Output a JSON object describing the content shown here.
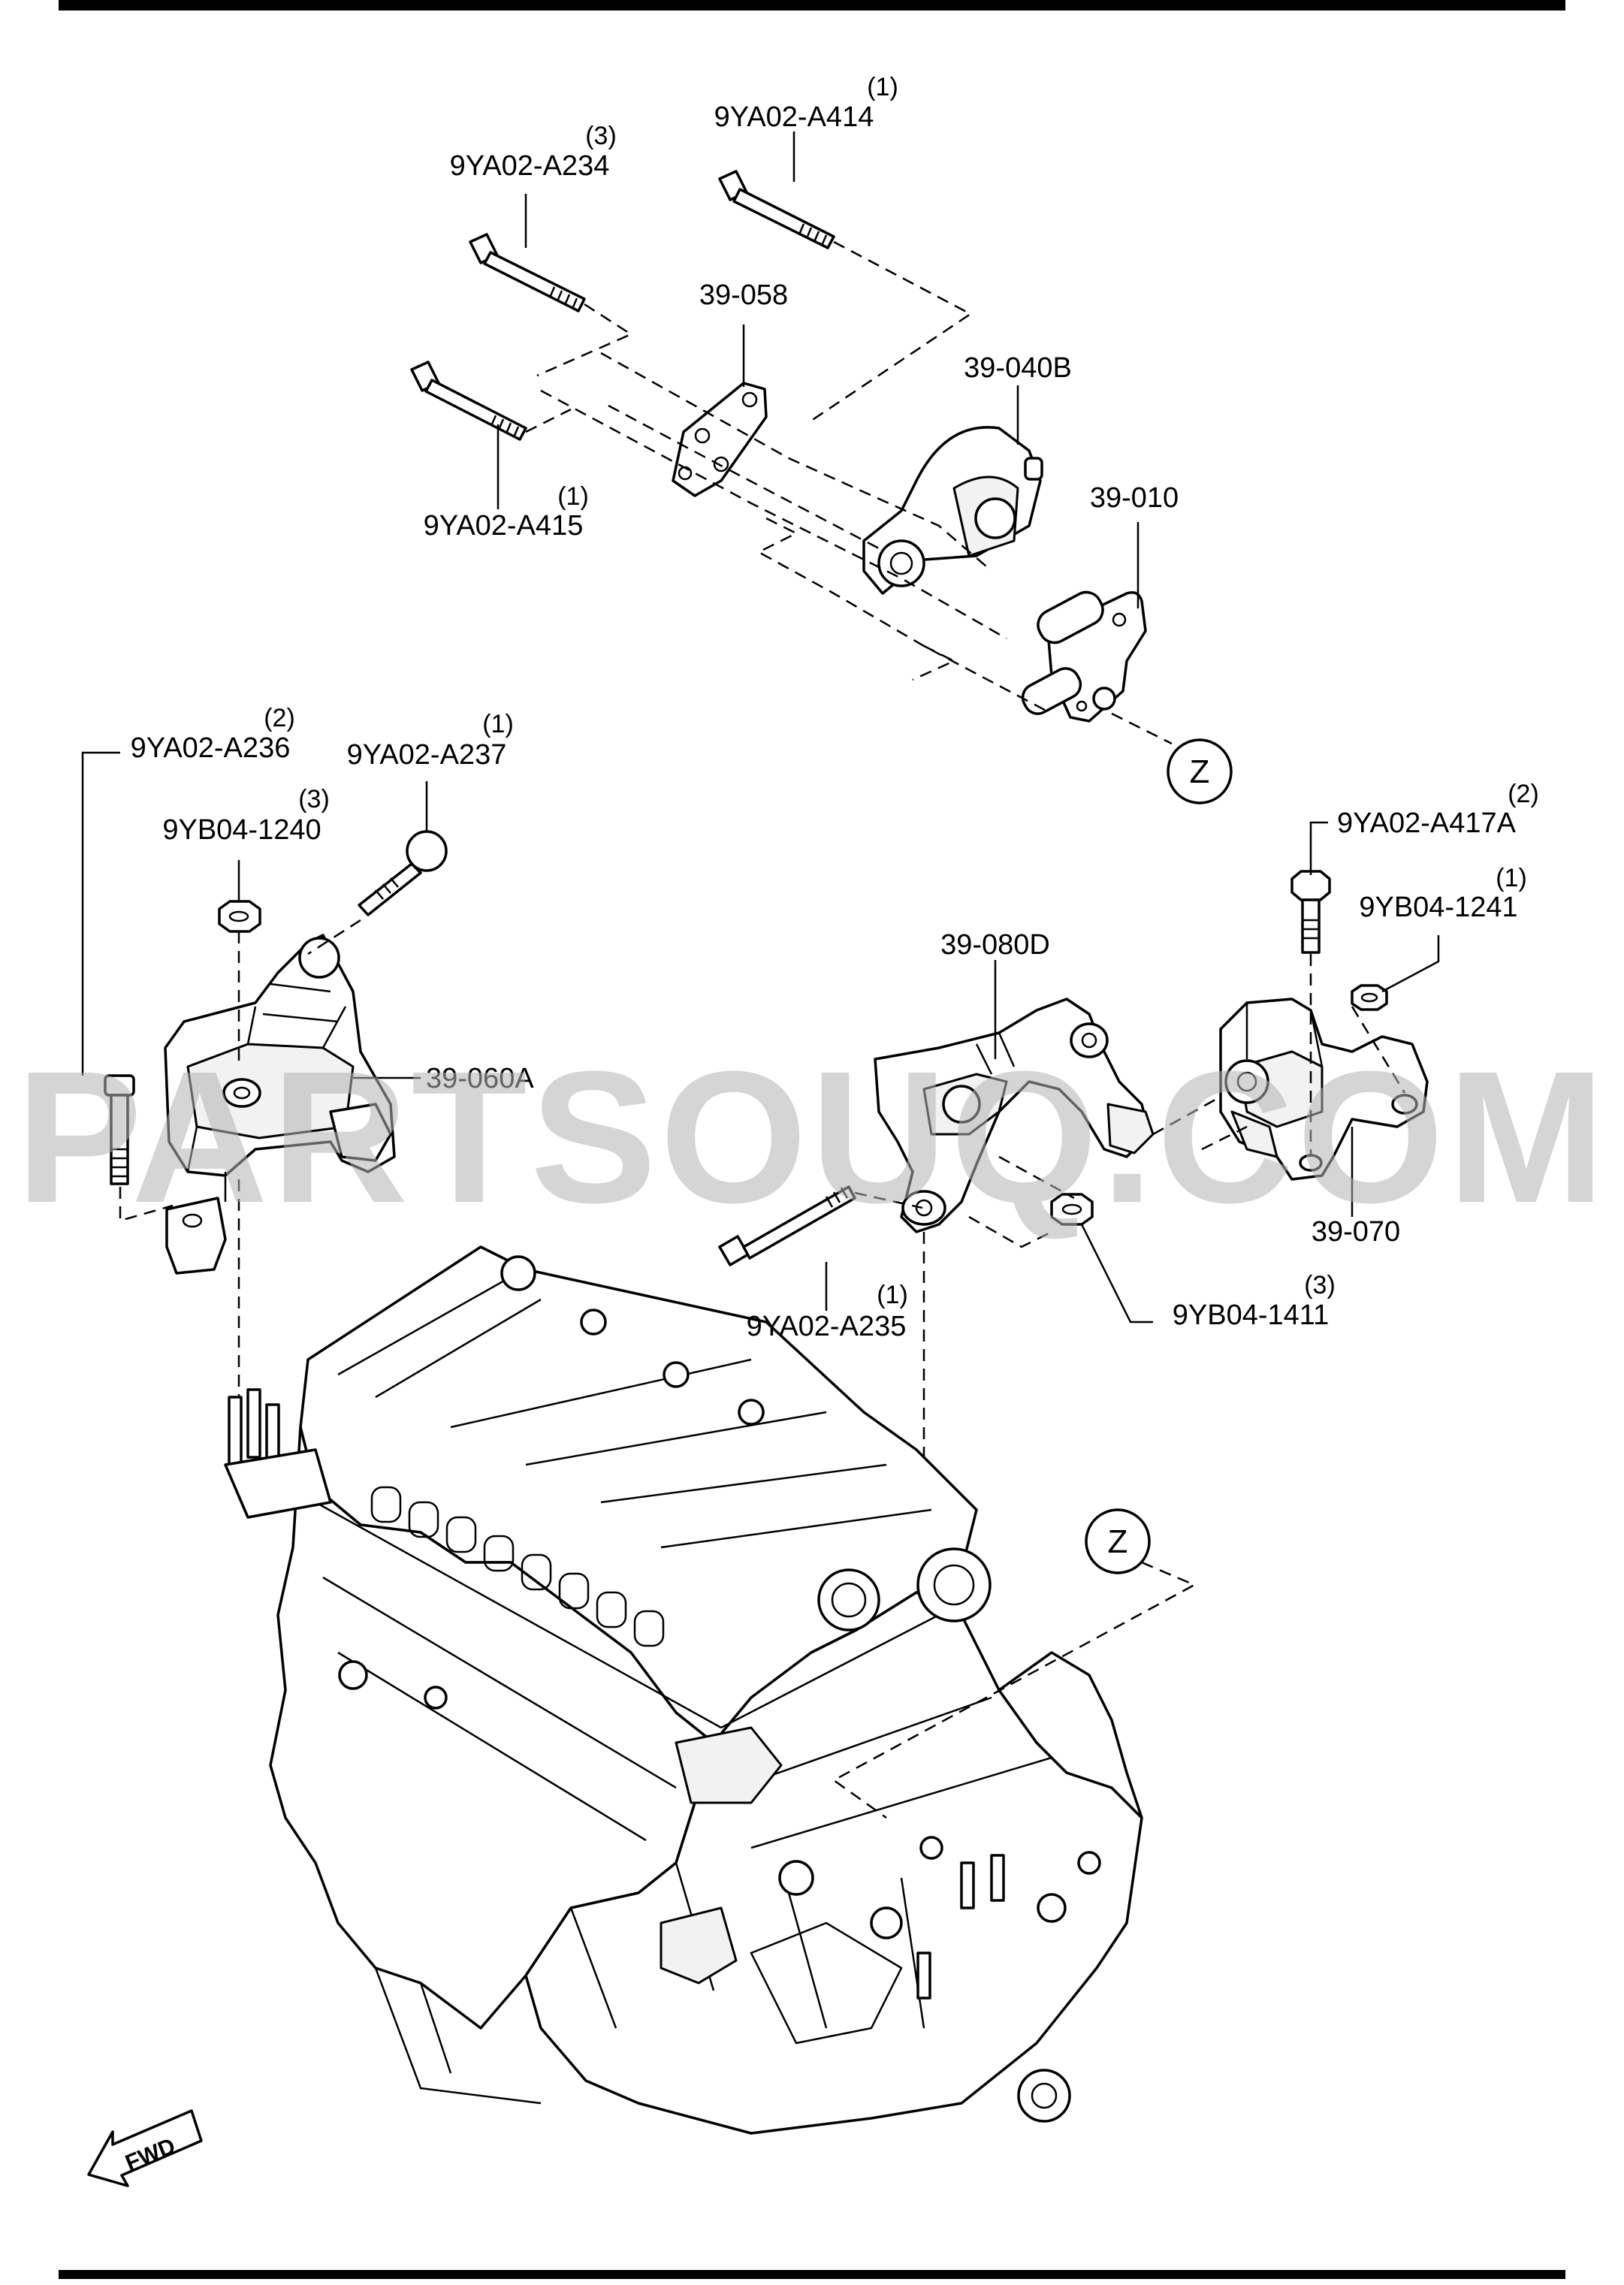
{
  "labels": {
    "bolt_a414": "9YA02-A414",
    "bolt_a414_qty": "(1)",
    "bolt_a234": "9YA02-A234",
    "bolt_a234_qty": "(3)",
    "bolt_a415": "9YA02-A415",
    "bolt_a415_qty": "(1)",
    "bracket_058": "39-058",
    "mount_040b": "39-040B",
    "bracket_010": "39-010",
    "bolt_a236": "9YA02-A236",
    "bolt_a236_qty": "(2)",
    "bolt_a237": "9YA02-A237",
    "bolt_a237_qty": "(1)",
    "nut_1240": "9YB04-1240",
    "nut_1240_qty": "(3)",
    "mount_060a": "39-060A",
    "mount_080d": "39-080D",
    "bolt_a417a": "9YA02-A417A",
    "bolt_a417a_qty": "(2)",
    "nut_1241": "9YB04-1241",
    "nut_1241_qty": "(1)",
    "mount_070": "39-070",
    "bolt_a235": "9YA02-A235",
    "bolt_a235_qty": "(1)",
    "nut_1411": "9YB04-1411",
    "nut_1411_qty": "(3)",
    "ref_z_top": "Z",
    "ref_z_engine": "Z",
    "fwd": "FWD"
  },
  "watermark": "PARTSOUQ.COM"
}
